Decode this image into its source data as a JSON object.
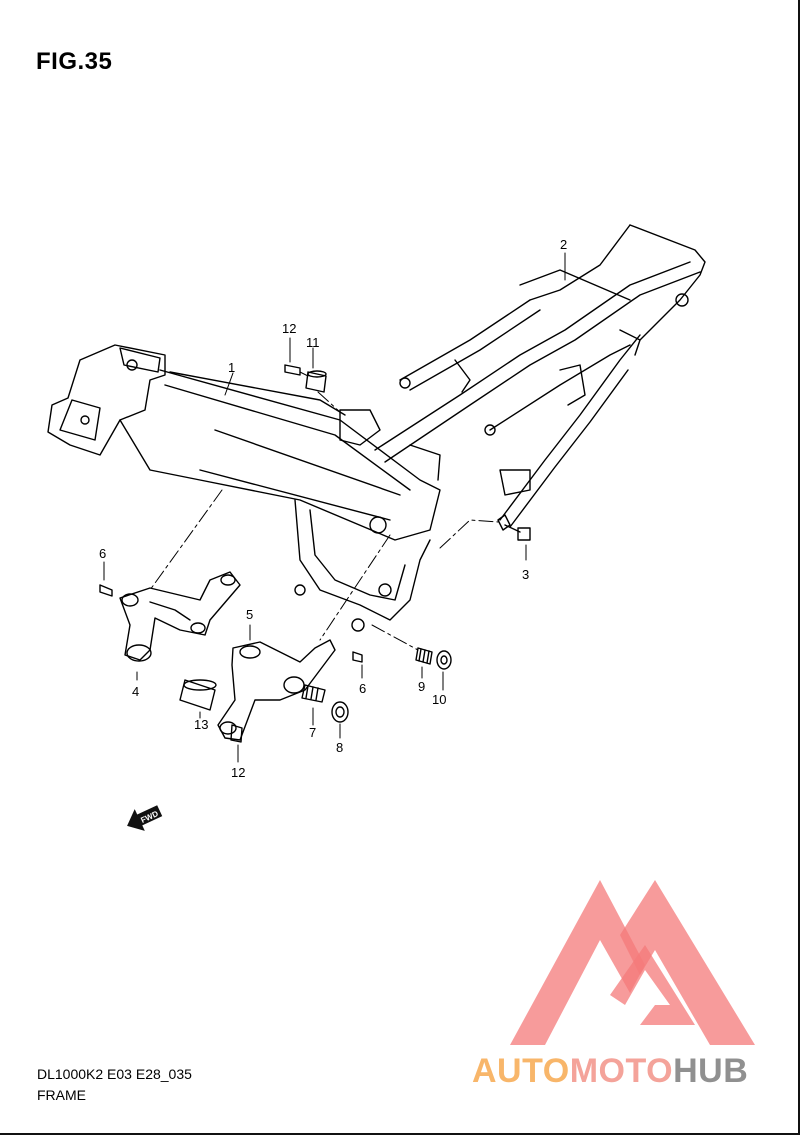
{
  "figure": {
    "title": "FIG.35",
    "model_code": "DL1000K2 E03 E28_035",
    "section": "FRAME"
  },
  "callouts": [
    {
      "id": "1"
    },
    {
      "id": "2"
    },
    {
      "id": "3"
    },
    {
      "id": "4"
    },
    {
      "id": "5"
    },
    {
      "id": "6"
    },
    {
      "id": "6"
    },
    {
      "id": "7"
    },
    {
      "id": "8"
    },
    {
      "id": "9"
    },
    {
      "id": "10"
    },
    {
      "id": "11"
    },
    {
      "id": "12"
    },
    {
      "id": "12"
    },
    {
      "id": "13"
    }
  ],
  "fwd_label": "FWD",
  "watermark": {
    "parts": [
      "AUTO",
      "MOTO",
      "HUB"
    ],
    "colors": {
      "auto": "#f8b66a",
      "moto": "#f4a39a",
      "hub": "#909090",
      "triangle": "#f47a7a"
    }
  }
}
